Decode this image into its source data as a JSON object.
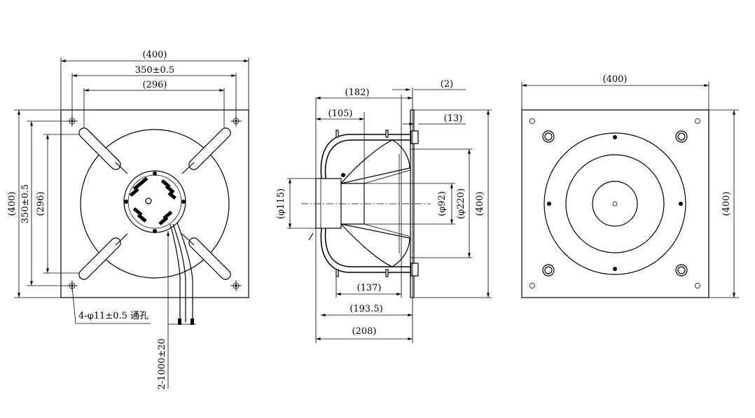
{
  "front_view": {
    "overall_width": "(400)",
    "hole_spacing_h": "350±0.5",
    "guard_width": "(296)",
    "overall_height": "(400)",
    "hole_spacing_v": "350±0.5",
    "guard_height": "(296)",
    "mounting_holes": "4-φ11±0.5 通孔",
    "lead_length": "2-1000±20"
  },
  "side_view": {
    "depth_182": "(182)",
    "depth_105": "(105)",
    "flange_2": "(2)",
    "offset_13": "(13)",
    "motor_dia": "(φ115)",
    "hub_dia": "(φ92)",
    "impeller_dia": "(φ220)",
    "plate_height": "(400)",
    "depth_137": "(137)",
    "depth_193_5": "(193.5)",
    "depth_208": "(208)"
  },
  "rear_view": {
    "overall_width": "(400)",
    "overall_height": "(400)"
  }
}
